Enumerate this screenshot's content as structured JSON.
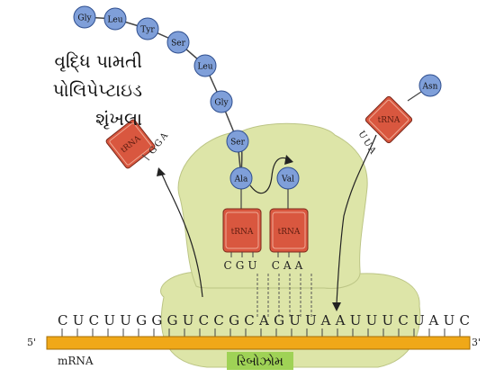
{
  "caption": {
    "lines": [
      "વૃદ્ધિ પામતી",
      "પોલિપેપ્ટાઇડ",
      "શૃંખલા"
    ]
  },
  "chain": [
    "Gly",
    "Leu",
    "Tyr",
    "Ser",
    "Leu",
    "Gly",
    "Ser"
  ],
  "attached_aa": [
    "Ala",
    "Val"
  ],
  "trnas": {
    "exiting": {
      "label": "tRNA",
      "anticodon": "GGA"
    },
    "p_site": {
      "label": "tRNA",
      "anticodon": "CGU"
    },
    "a_site": {
      "label": "tRNA",
      "anticodon": "CAA"
    },
    "incoming": {
      "label": "tRNA",
      "amino_acid": "Asn",
      "anticodon": "UUA"
    }
  },
  "mrna": {
    "sequence": "CUCUUGGGUCCGCAGUUAAUUUCUAUC",
    "five_prime": "5'",
    "three_prime": "3'",
    "label": "mRNA"
  },
  "ribosome_label": "રિબોઝોમ",
  "colors": {
    "ribosome": "#dde5a8",
    "ribosome_stroke": "#bcc585",
    "amino_acid": "#7f9fd9",
    "trna_body": "#d9573f",
    "mrna_strip": "#f0a818",
    "label_box": "#9fd256"
  }
}
